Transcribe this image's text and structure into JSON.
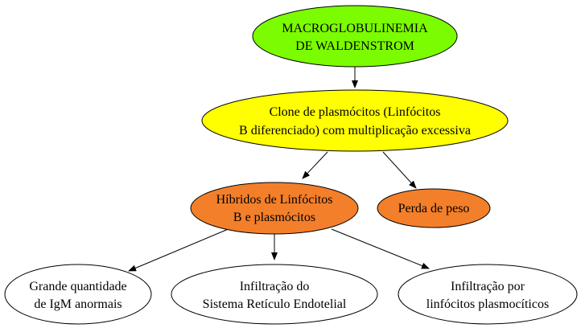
{
  "colors": {
    "green": "#7cfc00",
    "yellow": "#ffff00",
    "orange": "#f47f2a",
    "white": "#ffffff",
    "stroke": "#000000"
  },
  "nodes": {
    "root": {
      "line1": "MACROGLOBULINEMIA",
      "line2": "DE WALDENSTROM"
    },
    "clone": {
      "line1": "Clone de plasmócitos (Linfócitos",
      "line2": "B diferenciado) com multiplicação excessiva"
    },
    "hibridos": {
      "line1": "Híbridos de Linfócitos",
      "line2": "B e plasmócitos"
    },
    "perda": {
      "line1": "Perda de peso"
    },
    "igm": {
      "line1": "Grande quantidade",
      "line2": "de IgM anormais"
    },
    "sistema": {
      "line1": "Infiltração do",
      "line2": "Sistema Retículo Endotelial"
    },
    "linfocitos": {
      "line1": "Infiltração por",
      "line2": "linfócitos plasmocíticos"
    }
  }
}
